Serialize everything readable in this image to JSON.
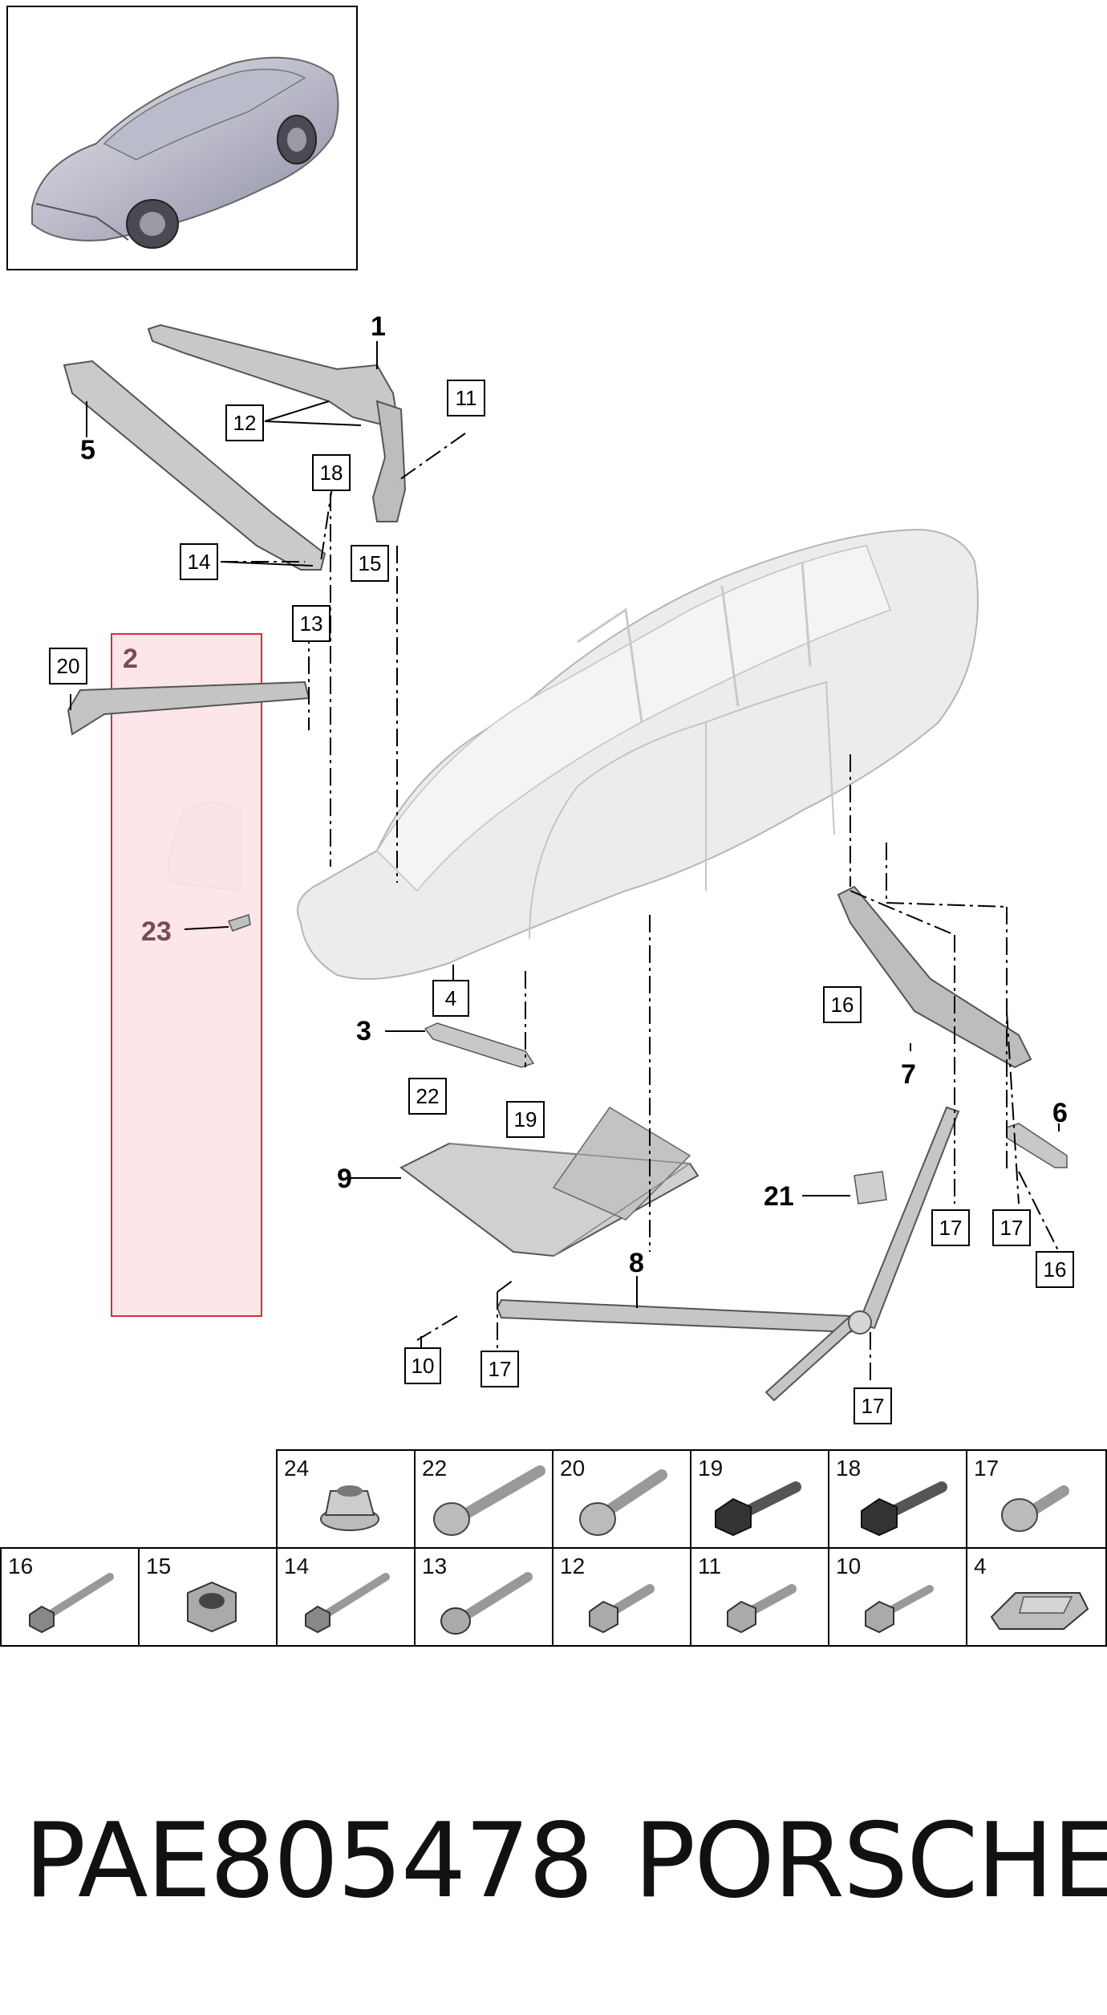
{
  "footer": {
    "part_number": "PAE805478",
    "brand": "PORSCHE"
  },
  "thumbnail": {
    "icon": "car-overview-thumbnail"
  },
  "colors": {
    "highlight_fill": "#fde2e6",
    "highlight_stroke": "#d2303a",
    "line": "#000000",
    "part_grey": "#c8c8c8",
    "body_grey": "#e6e6e6"
  },
  "callouts": {
    "c1": "1",
    "c2": "2",
    "c3": "3",
    "c5": "5",
    "c6": "6",
    "c7": "7",
    "c8": "8",
    "c9": "9",
    "c21": "21",
    "c23": "23"
  },
  "boxed_labels": {
    "b4": "4",
    "b10": "10",
    "b11": "11",
    "b12": "12",
    "b13": "13",
    "b14": "14",
    "b15": "15",
    "b16a": "16",
    "b16b": "16",
    "b17a": "17",
    "b17b": "17",
    "b17c": "17",
    "b17d": "17",
    "b18": "18",
    "b19": "19",
    "b20": "20",
    "b22": "22"
  },
  "fastener_table": {
    "row1": [
      {
        "num": "24",
        "icon": "flange-nut-icon"
      },
      {
        "num": "22",
        "icon": "long-flange-bolt-icon"
      },
      {
        "num": "20",
        "icon": "torx-bolt-icon"
      },
      {
        "num": "19",
        "icon": "hex-bolt-dark-icon"
      },
      {
        "num": "18",
        "icon": "hex-bolt-dark-icon"
      },
      {
        "num": "17",
        "icon": "torx-bolt-short-icon"
      }
    ],
    "row2": [
      {
        "num": "16",
        "icon": "long-bolt-icon"
      },
      {
        "num": "15",
        "icon": "hex-nut-icon"
      },
      {
        "num": "14",
        "icon": "long-bolt-icon"
      },
      {
        "num": "13",
        "icon": "flange-bolt-icon"
      },
      {
        "num": "12",
        "icon": "hex-bolt-icon"
      },
      {
        "num": "11",
        "icon": "hex-bolt-icon"
      },
      {
        "num": "10",
        "icon": "stud-bolt-icon"
      },
      {
        "num": "4",
        "icon": "clip-nut-icon"
      }
    ]
  }
}
